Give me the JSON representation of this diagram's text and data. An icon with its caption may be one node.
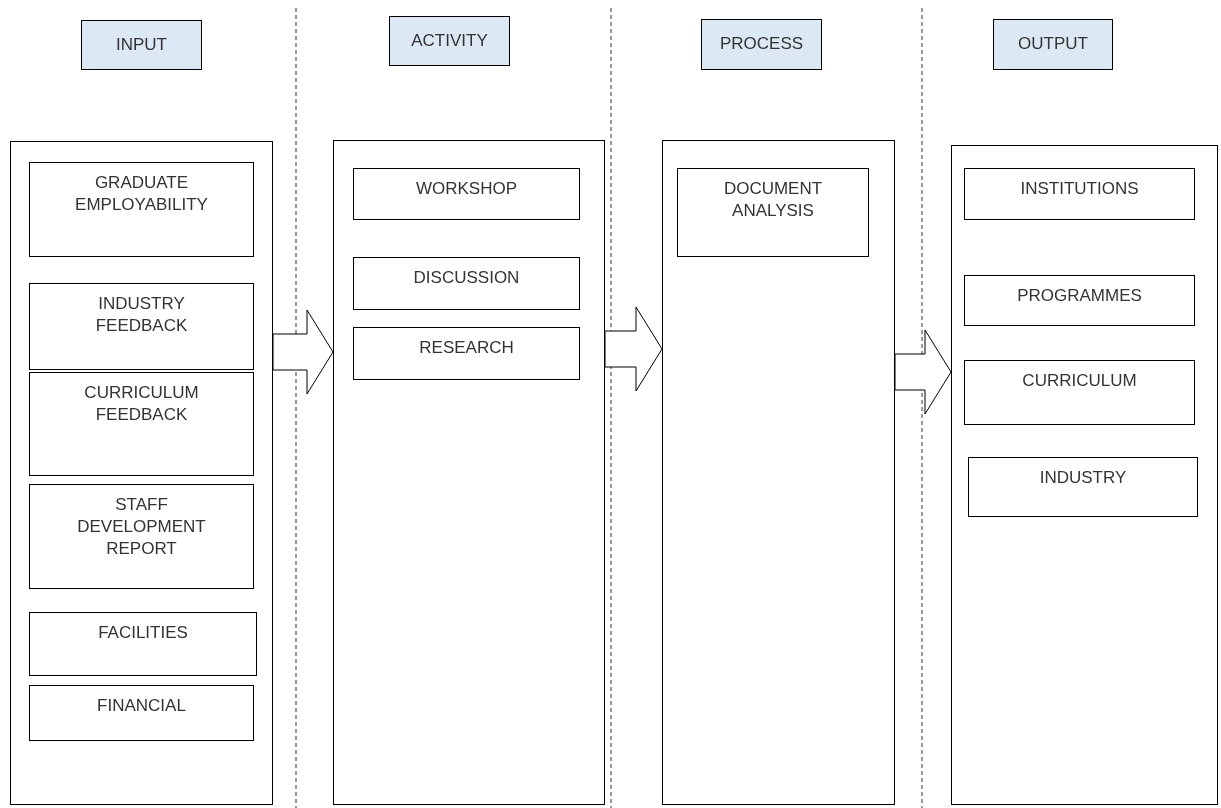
{
  "diagram": {
    "nodes": [
      {
        "text": [
          "INPUT"
        ]
      },
      {
        "text": [
          "ACTIVITY"
        ]
      },
      {
        "text": [
          "PROCESS"
        ]
      },
      {
        "text": [
          "OUTPUT"
        ]
      },
      {
        "text": [],
        "shape": "box"
      },
      {
        "text": [
          "GRADUATE EMPLOYABILITY"
        ],
        "in": 4
      },
      {
        "text": [
          "INDUSTRY FEEDBACK"
        ],
        "in": 4
      },
      {
        "text": [
          "CURRICULUM FEEDBACK"
        ],
        "in": 4
      },
      {
        "text": [
          "STAFF DEVELOPMENT REPORT"
        ],
        "in": 4
      },
      {
        "text": [
          "FACILITIES"
        ],
        "in": 4
      },
      {
        "text": [
          "FINANCIAL"
        ],
        "in": 4
      },
      {
        "text": [],
        "shape": "box"
      },
      {
        "text": [
          "WORKSHOP"
        ],
        "in": 11
      },
      {
        "text": [
          "DISCUSSION"
        ],
        "in": 11
      },
      {
        "text": [
          "RESEARCH"
        ],
        "in": 11
      },
      {
        "text": [],
        "shape": "box"
      },
      {
        "text": [
          "DOCUMENT ANALYSIS"
        ],
        "in": 15
      },
      {
        "text": [],
        "shape": "box"
      },
      {
        "text": [
          "INSTITUTIONS"
        ],
        "in": 17
      },
      {
        "text": [
          "PROGRAMMES"
        ],
        "in": 17
      },
      {
        "text": [
          "CURRICULUM"
        ],
        "in": 17
      },
      {
        "text": [
          "INDUSTRY"
        ],
        "in": 17
      }
    ],
    "edges": [
      {
        "from": 4,
        "to": 11,
        "arrow": "to"
      },
      {
        "from": 11,
        "to": 15,
        "arrow": "to"
      },
      {
        "from": 15,
        "to": 17,
        "arrow": "to"
      }
    ]
  }
}
